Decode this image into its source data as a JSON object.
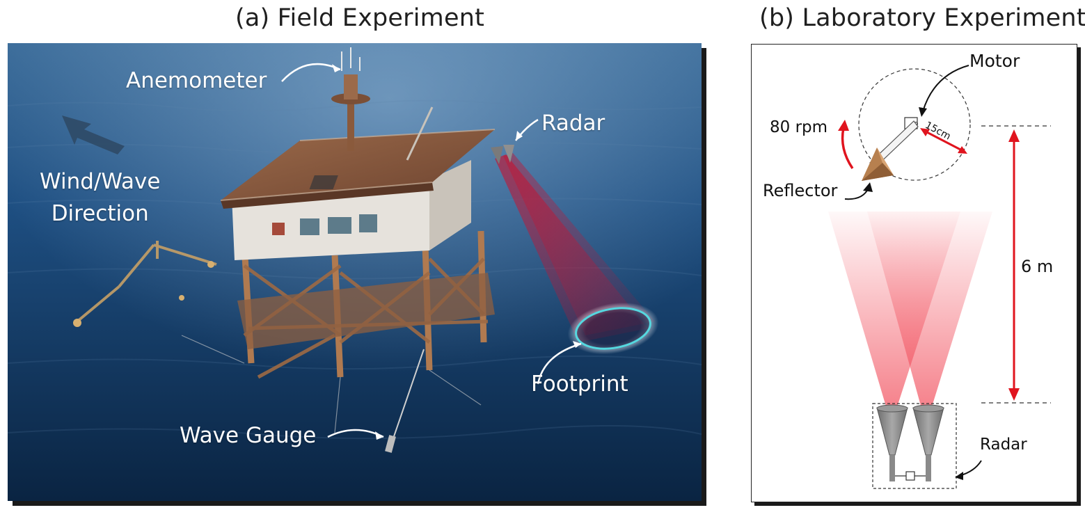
{
  "titles": {
    "field": "(a) Field Experiment",
    "lab": "(b) Laboratory Experiment"
  },
  "field_photo": {
    "labels": {
      "anemometer": "Anemometer",
      "radar": "Radar",
      "direction_line1": "Wind/Wave",
      "direction_line2": "Direction",
      "footprint": "Footprint",
      "wave_gauge": "Wave Gauge"
    },
    "colors": {
      "sea_dark": "#0b2746",
      "sea_mid": "#1f4f80",
      "platform_rust": "#8a5a3c",
      "radar_beam": "#c8102e",
      "footprint_ring": "#55d8e0"
    }
  },
  "lab_diagram": {
    "labels": {
      "motor": "Motor",
      "rpm": "80 rpm",
      "arm_length": "15cm",
      "reflector": "Reflector",
      "distance": "6 m",
      "radar": "Radar"
    },
    "colors": {
      "arrow": "#e0141e",
      "beam": "#f14a58",
      "reflector": "#b7804f",
      "horn": "#8a8a8a"
    }
  },
  "icons": [
    "direction-arrow-icon",
    "reflector-triangle-icon",
    "radar-horn-icon",
    "motor-box-icon"
  ]
}
